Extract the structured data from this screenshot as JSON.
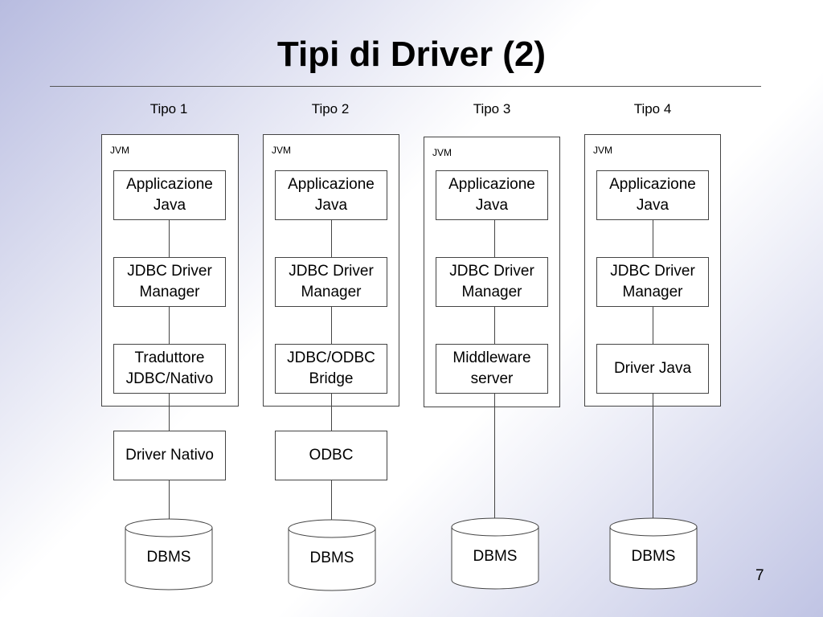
{
  "title": "Tipi di Driver (2)",
  "page_number": "7",
  "columns": [
    {
      "label": "Tipo 1",
      "jvm": "JVM",
      "boxes": [
        "Applicazione\nJava",
        "JDBC Driver\nManager",
        "Traduttore\nJDBC/Nativo"
      ],
      "outer_box": "Driver Nativo",
      "db": "DBMS"
    },
    {
      "label": "Tipo 2",
      "jvm": "JVM",
      "boxes": [
        "Applicazione\nJava",
        "JDBC Driver\nManager",
        "JDBC/ODBC\nBridge"
      ],
      "outer_box": "ODBC",
      "db": "DBMS"
    },
    {
      "label": "Tipo 3",
      "jvm": "JVM",
      "boxes": [
        "Applicazione\nJava",
        "JDBC Driver\nManager",
        "Middleware\nserver"
      ],
      "db": "DBMS"
    },
    {
      "label": "Tipo 4",
      "jvm": "JVM",
      "boxes": [
        "Applicazione\nJava",
        "JDBC Driver\nManager",
        "Driver Java"
      ],
      "db": "DBMS"
    }
  ]
}
